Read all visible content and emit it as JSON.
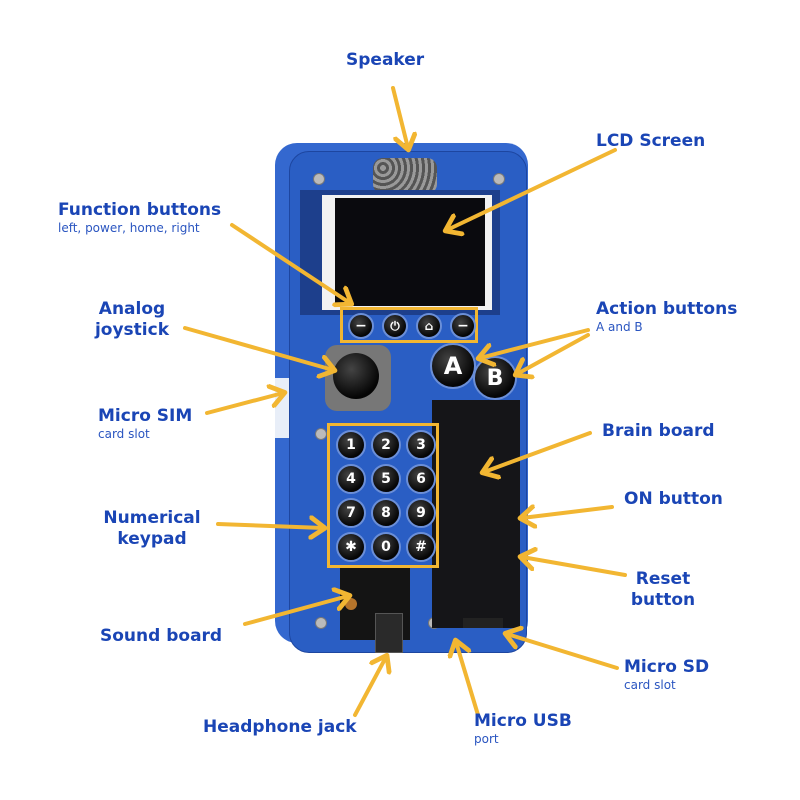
{
  "labels": {
    "speaker": {
      "title": "Speaker"
    },
    "lcd": {
      "title": "LCD Screen"
    },
    "function": {
      "title": "Function buttons",
      "sub": "left, power, home, right"
    },
    "joystick": {
      "title1": "Analog",
      "title2": "joystick"
    },
    "action": {
      "title": "Action buttons",
      "sub": "A and B"
    },
    "sim": {
      "title": "Micro SIM",
      "sub": "card slot"
    },
    "brain": {
      "title": "Brain board"
    },
    "on": {
      "title": "ON button"
    },
    "keypad": {
      "title1": "Numerical",
      "title2": "keypad"
    },
    "reset": {
      "title1": "Reset",
      "title2": "button"
    },
    "sound": {
      "title": "Sound board"
    },
    "sd": {
      "title": "Micro SD",
      "sub": "card slot"
    },
    "headphone": {
      "title": "Headphone jack"
    },
    "usb": {
      "title": "Micro USB",
      "sub": "port"
    }
  },
  "device": {
    "action_buttons": [
      "A",
      "B"
    ],
    "keypad": [
      "1",
      "2",
      "3",
      "4",
      "5",
      "6",
      "7",
      "8",
      "9",
      "✱",
      "0",
      "#"
    ],
    "function_icons": [
      "minus-icon",
      "power-icon",
      "home-icon",
      "minus-icon"
    ]
  },
  "colors": {
    "label": "#1a45b5",
    "arrow": "#f2b632",
    "case": "#2a5ec4"
  }
}
